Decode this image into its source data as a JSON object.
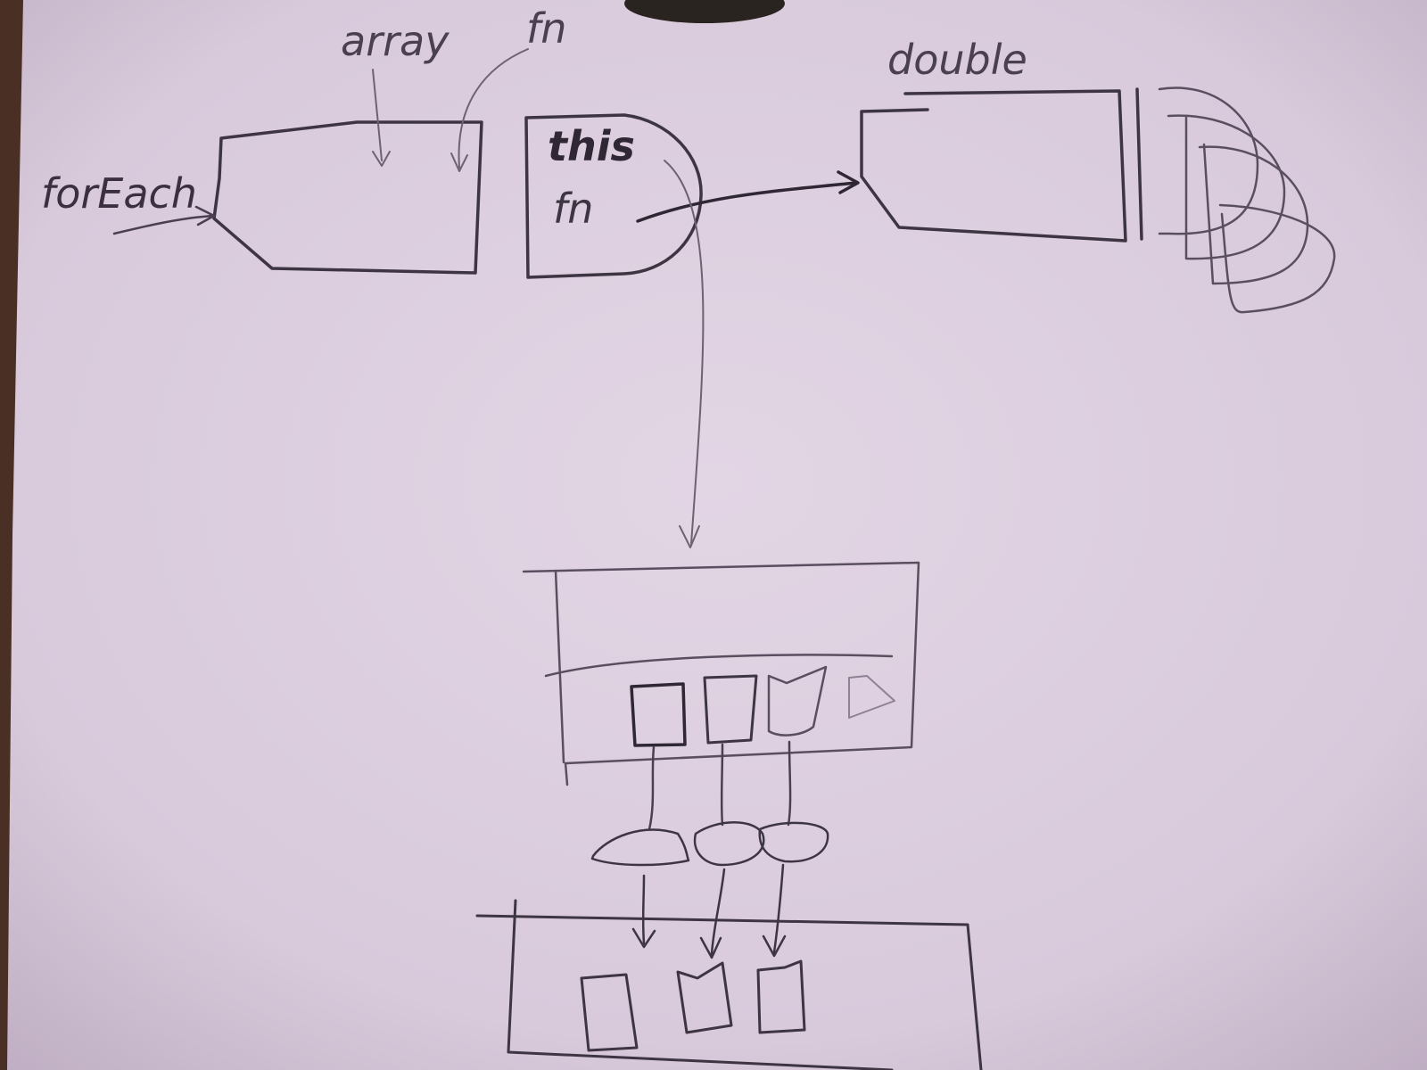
{
  "labels": {
    "foreach": "forEach",
    "array": "array",
    "fn_top": "fn",
    "this": "this",
    "fn_inner": "fn",
    "double": "double"
  },
  "colors": {
    "paper": "#ddd0e0",
    "paper_edge": "#c8b6cb",
    "ink_dark": "#3e3542",
    "ink_light": "#6e6272",
    "background": "#4a2f24"
  }
}
